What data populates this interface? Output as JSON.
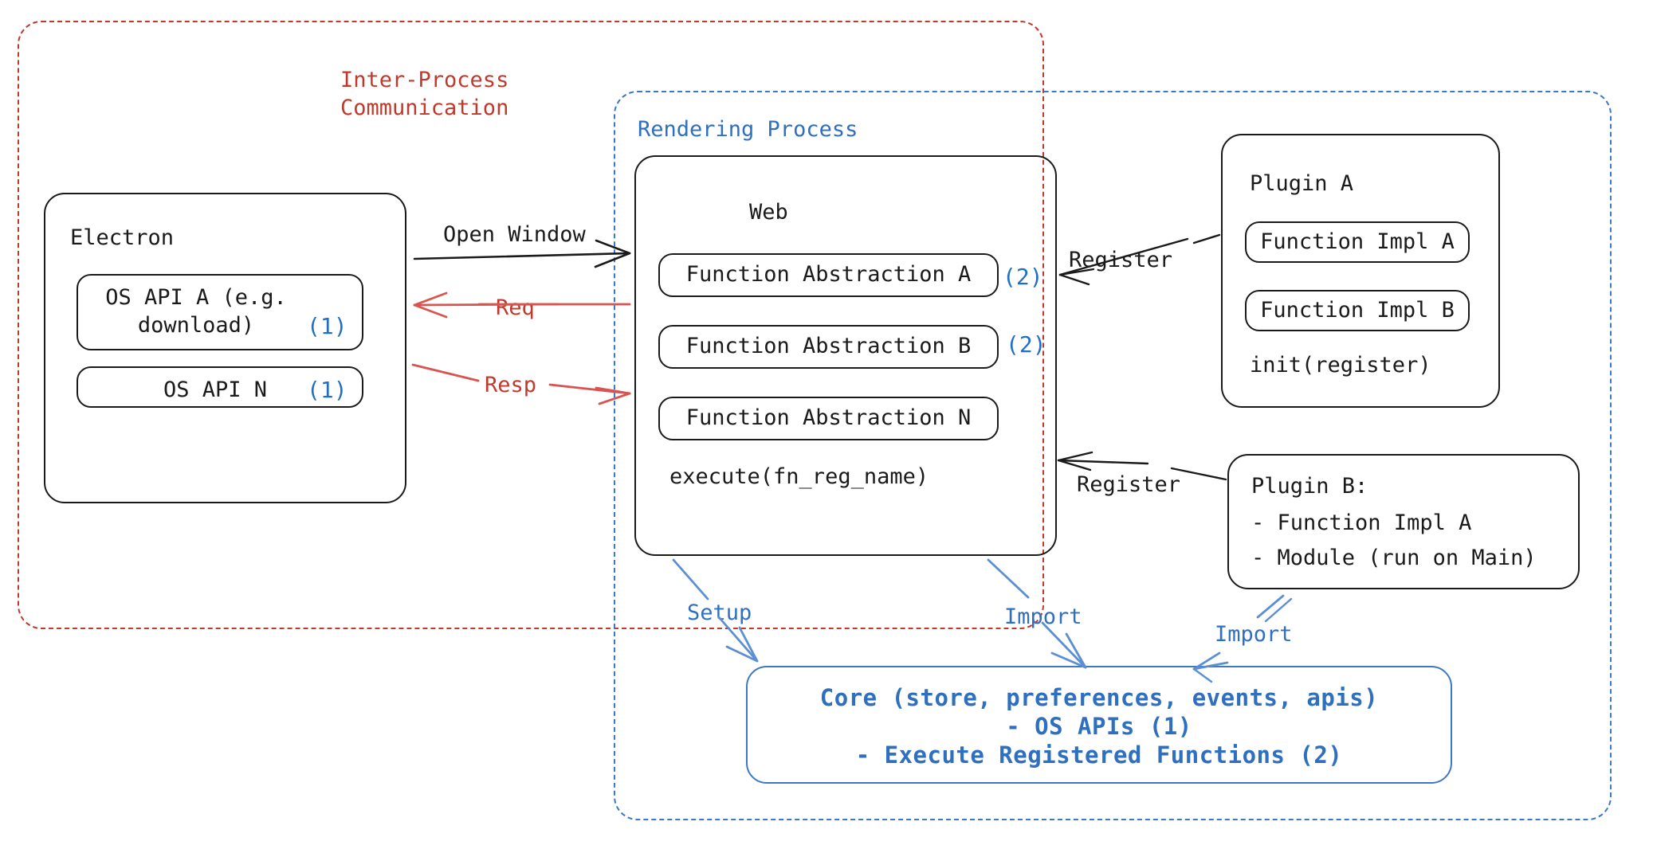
{
  "diagram": {
    "title_ipc": "Inter-Process\nCommunication",
    "title_rendering": "Rendering Process",
    "colors": {
      "red": "#c0392b",
      "blue": "#3c79c4",
      "blue_text": "#2f6fbf",
      "number_blue": "#1f6fc4",
      "ink": "#1a1a1a"
    },
    "electron": {
      "title": "Electron",
      "apis": [
        {
          "label": "OS API A (e.g.\ndownload)",
          "tag": "(1)"
        },
        {
          "label": "OS API N",
          "tag": "(1)"
        }
      ]
    },
    "web": {
      "title": "Web",
      "abstractions": [
        {
          "label": "Function Abstraction A",
          "tag": "(2)"
        },
        {
          "label": "Function Abstraction B",
          "tag": "(2)"
        },
        {
          "label": "Function Abstraction N",
          "tag": ""
        }
      ],
      "execute": "execute(fn_reg_name)"
    },
    "plugin_a": {
      "title": "Plugin A",
      "functions": [
        "Function Impl A",
        "Function Impl B"
      ],
      "init": "init(register)"
    },
    "plugin_b": {
      "title": "Plugin B:",
      "items": [
        "- Function Impl A",
        "- Module (run on Main)"
      ]
    },
    "core": {
      "line1": "Core (store, preferences, events, apis)",
      "line2": "- OS APIs (1)",
      "line3": "- Execute Registered Functions (2)"
    },
    "arrows": {
      "open_window": "Open Window",
      "req": "Req",
      "resp": "Resp",
      "register_top": "Register",
      "register_bottom": "Register",
      "setup": "Setup",
      "import_web": "Import",
      "import_plugin_b": "Import"
    }
  }
}
